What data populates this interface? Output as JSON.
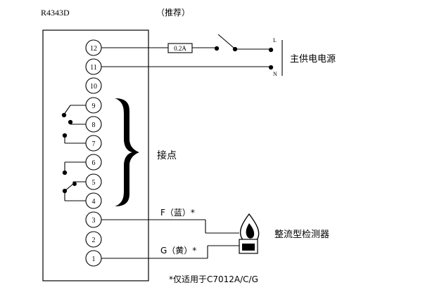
{
  "model": "R4343D",
  "recommended": "（推荐）",
  "terminals": [
    "12",
    "11",
    "10",
    "9",
    "8",
    "7",
    "6",
    "5",
    "4",
    "3",
    "2",
    "1"
  ],
  "fuse_label": "0.2A",
  "line_L": "L",
  "line_N": "N",
  "power_label": "主供电电源",
  "contacts_label": "接点",
  "wire_F": "F（蓝）*",
  "wire_G": "G（黄）*",
  "detector_label": "整流型检测器",
  "footnote": "*仅适用于C7012A/C/G"
}
